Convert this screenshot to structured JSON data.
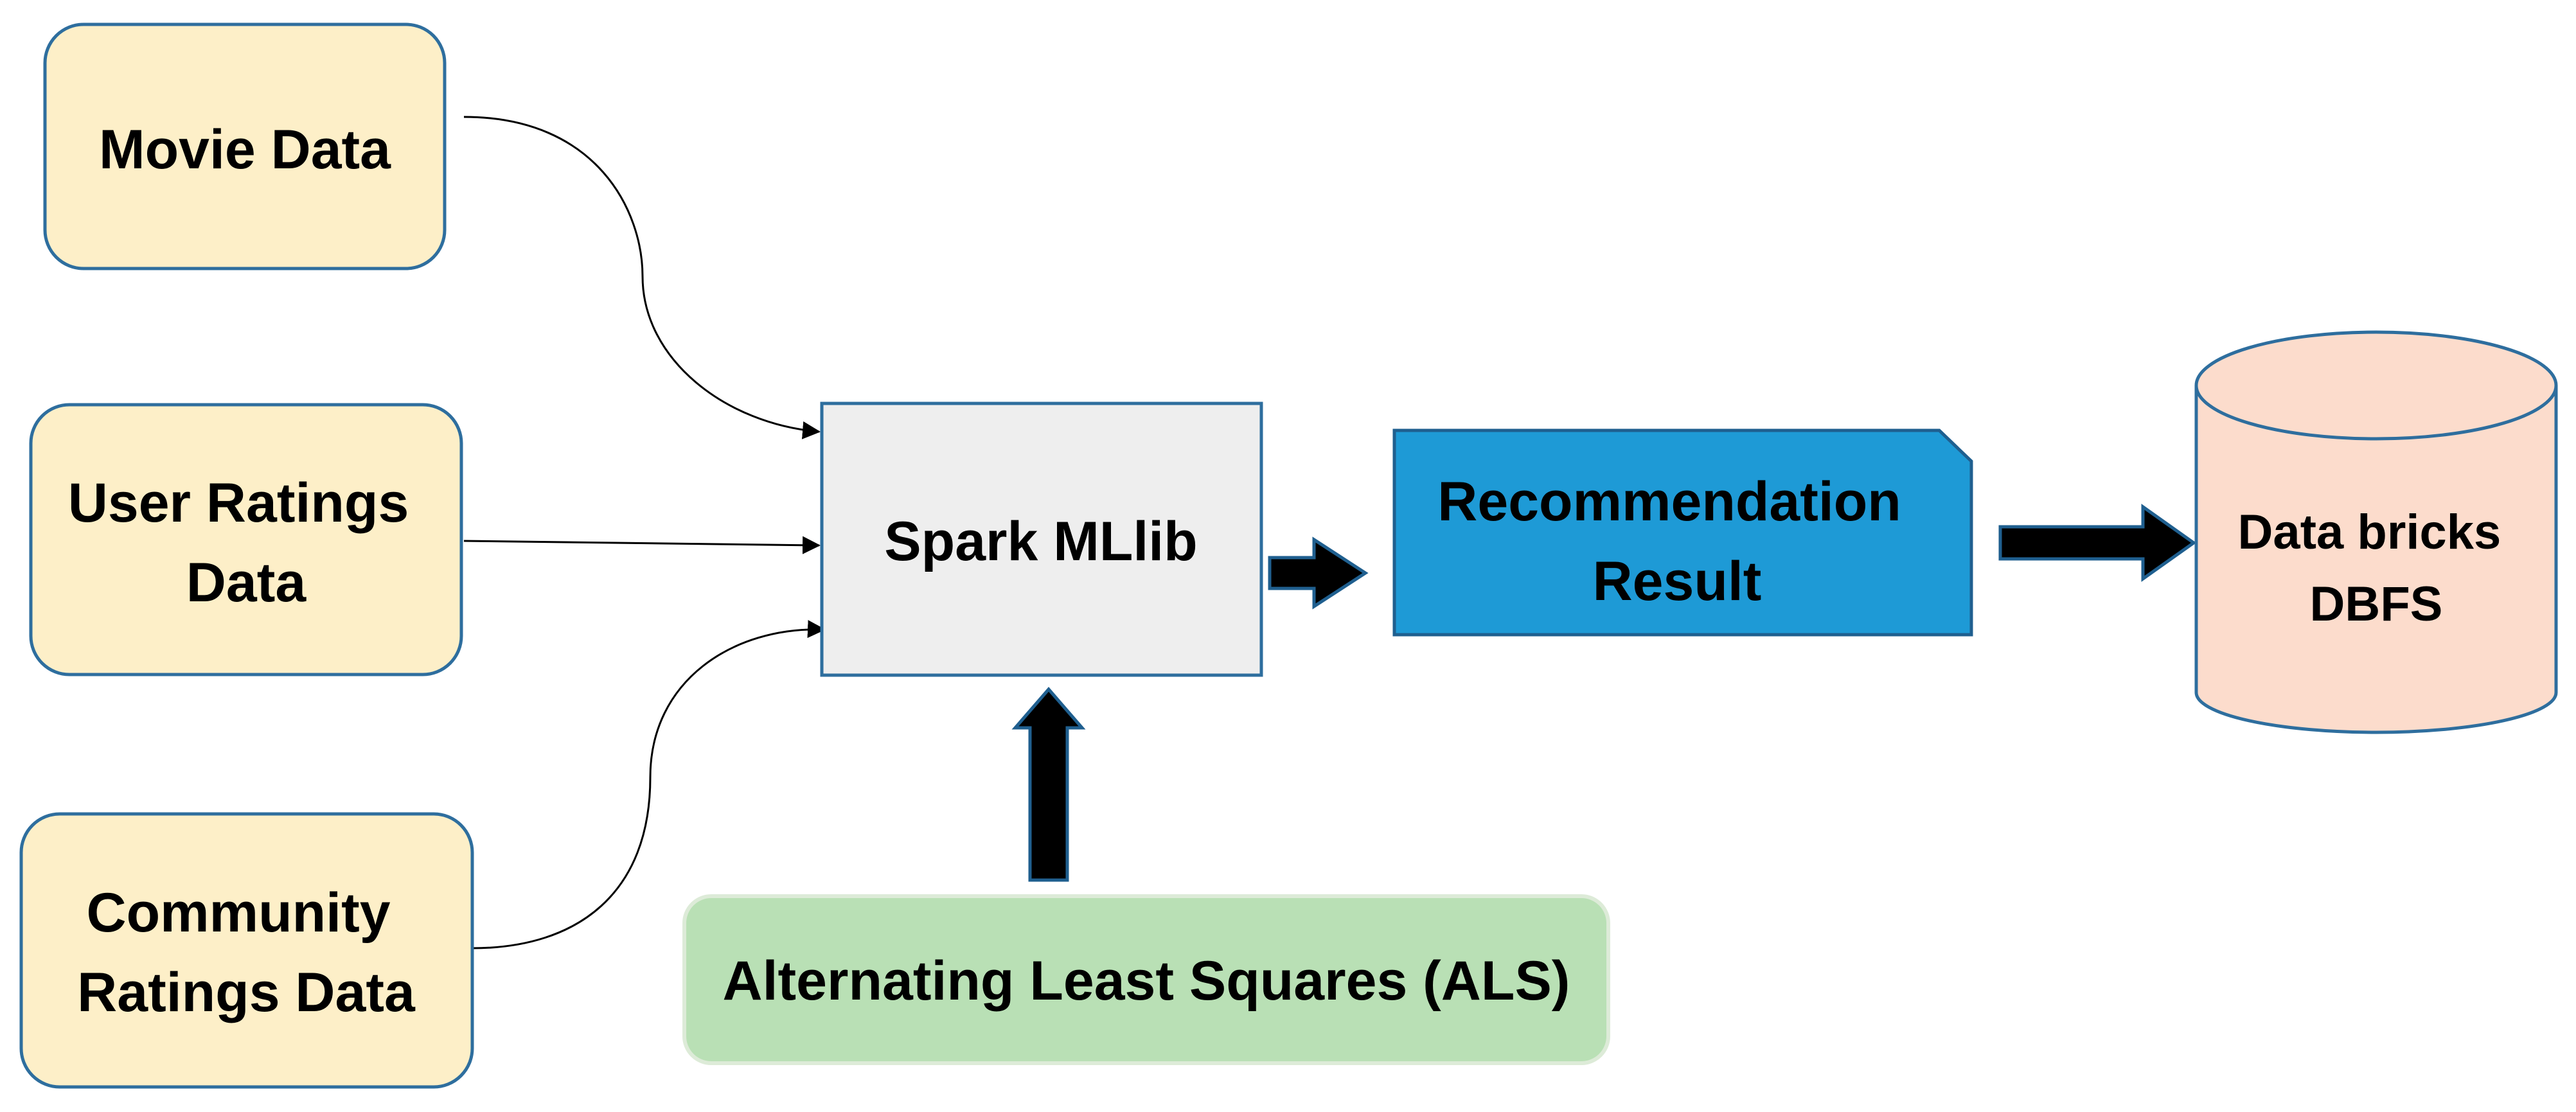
{
  "diagram": {
    "inputs": {
      "movie_data": {
        "lines": [
          "Movie Data"
        ],
        "fill": "#FDEFC8",
        "stroke": "#2E6E9E"
      },
      "user_ratings": {
        "lines": [
          "User Ratings",
          "Data"
        ],
        "fill": "#FDEFC8",
        "stroke": "#2E6E9E"
      },
      "community_ratings": {
        "lines": [
          "Community",
          "Ratings Data"
        ],
        "fill": "#FDEFC8",
        "stroke": "#2E6E9E"
      }
    },
    "spark": {
      "label": "Spark MLlib",
      "fill": "#EEEEEE",
      "stroke": "#2E6E9E"
    },
    "als": {
      "label": "Alternating Least Squares (ALS)",
      "fill": "#B9E0B5",
      "stroke": "#DDEBD8"
    },
    "recommendation": {
      "lines": [
        "Recommendation",
        "Result"
      ],
      "fill": "#1E9AD6",
      "stroke": "#1F5F8F"
    },
    "storage": {
      "lines": [
        "Data bricks",
        "DBFS"
      ],
      "fill": "#FCDCCC",
      "stroke": "#2E6E9E"
    },
    "arrow_color": "#000000",
    "block_arrow_stroke": "#1F5F8F"
  }
}
